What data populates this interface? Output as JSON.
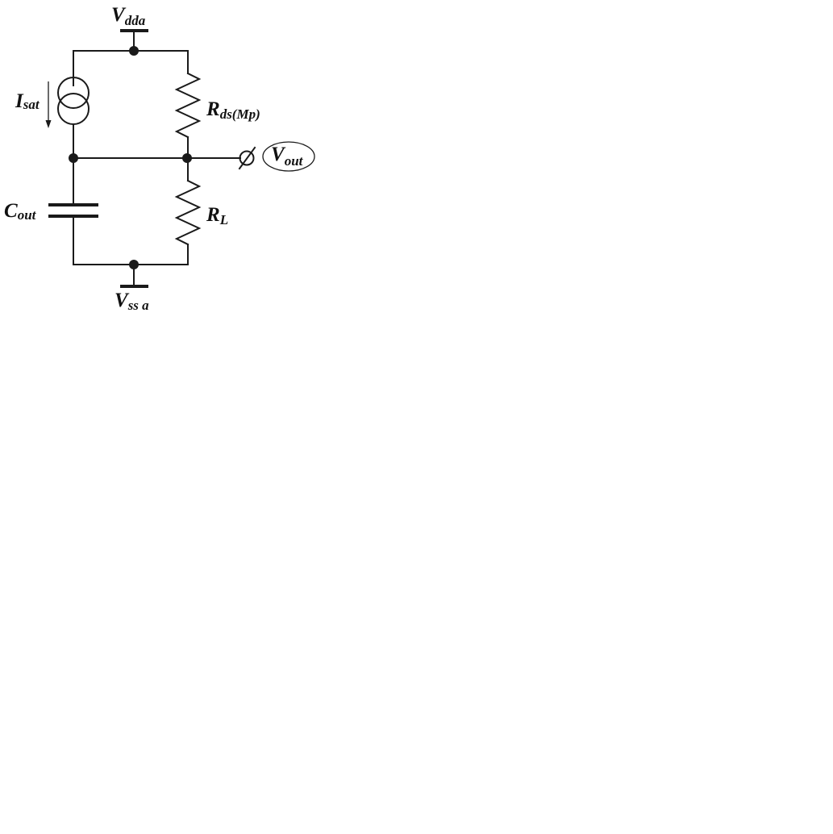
{
  "labels": {
    "vdd": {
      "main": "V",
      "sub": "dda"
    },
    "isat": {
      "main": "I",
      "sub": "sat"
    },
    "rds": {
      "main": "R",
      "sub": "ds(Mp)"
    },
    "vout": {
      "main": "V",
      "sub": "out"
    },
    "cout": {
      "main": "C",
      "sub": "out"
    },
    "rl": {
      "main": "R",
      "sub": "L"
    },
    "vss": {
      "main": "V",
      "sub": "ss a"
    }
  },
  "colors": {
    "ink": "#1a1a1a",
    "background": "#ffffff"
  },
  "icons": {
    "output_terminal": "slashed-circle-icon",
    "current_direction": "down-arrow-icon"
  }
}
